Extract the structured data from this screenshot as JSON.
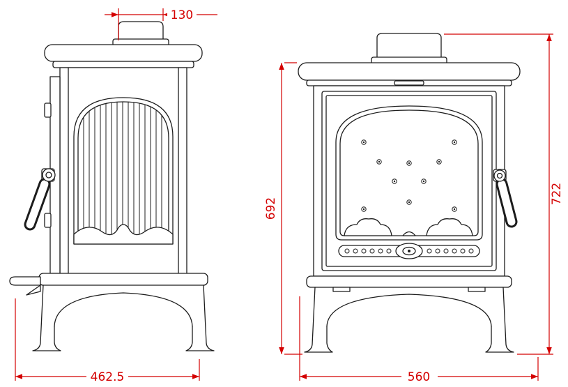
{
  "drawing": {
    "background": "#ffffff",
    "line_color": "#1c1c1c",
    "dimension_color": "#d40000",
    "dimensions": {
      "flue_width": "130",
      "depth": "462.5",
      "body_height": "692",
      "total_height": "722",
      "width": "560"
    }
  }
}
